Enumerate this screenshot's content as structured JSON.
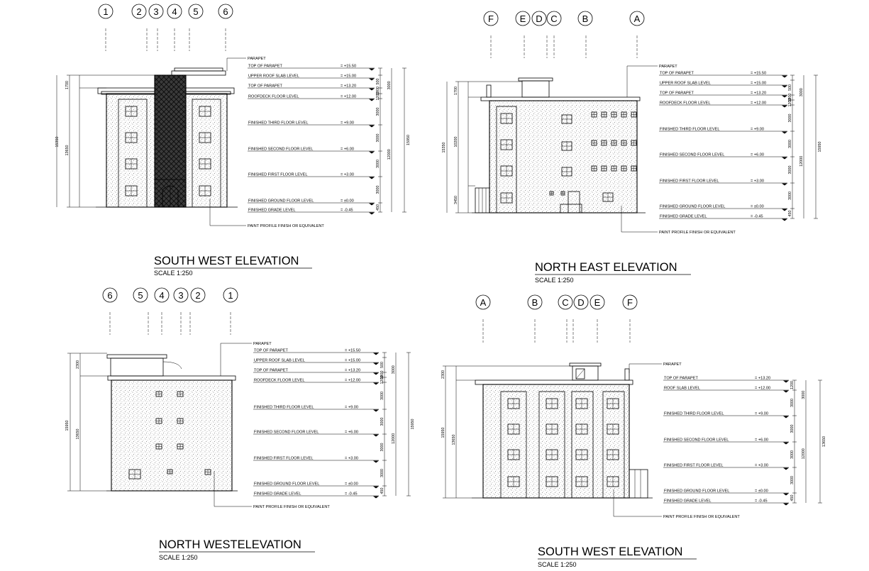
{
  "colors": {
    "line": "#000000",
    "background": "#ffffff",
    "stipple": "#9a9a9a"
  },
  "drawings": [
    {
      "id": "sw1",
      "title": "SOUTH WEST ELEVATION",
      "scale": "SCALE 1:250",
      "grid_labels": [
        "1",
        "2",
        "3",
        "4",
        "5",
        "6"
      ],
      "parapet_label": "PARAPET",
      "levels": [
        {
          "name": "TOP OF PARAPET",
          "value": "= +15.50"
        },
        {
          "name": "UPPER ROOF SLAB LEVEL",
          "value": "= +15.00"
        },
        {
          "name": "TOP OF PARAPET",
          "value": "= +13.20"
        },
        {
          "name": "ROOFDECK FLOOR LEVEL",
          "value": "= +12.00"
        },
        {
          "name": "FINISHED THIRD FLOOR LEVEL",
          "value": "= +9.00"
        },
        {
          "name": "FINISHED SECOND FLOOR LEVEL",
          "value": "= +6.00"
        },
        {
          "name": "FINISHED FIRST FLOOR LEVEL",
          "value": "= +3.00"
        },
        {
          "name": "FINISHED GROUND FLOOR LEVEL",
          "value": "= ±0.00"
        },
        {
          "name": "FINISHED GRADE LEVEL",
          "value": "= -0.45"
        }
      ],
      "paint_label": "PAINT PROFILE FINISH OR EQUIVALENT",
      "dims_left": [
        "1700",
        "13650",
        "15350"
      ],
      "dims_right_inner": [
        "500",
        "1800",
        "1200",
        "3000",
        "3000",
        "3000",
        "3000",
        "450"
      ],
      "dims_right_mid": [
        "3000",
        "12000"
      ],
      "dims_right_outer": [
        "15950"
      ]
    },
    {
      "id": "ne",
      "title": "NORTH EAST ELEVATION",
      "scale": "SCALE 1:250",
      "grid_labels": [
        "F",
        "E",
        "D",
        "C",
        "B",
        "A"
      ],
      "parapet_label": "PARAPET",
      "levels": [
        {
          "name": "TOP OF PARAPET",
          "value": "= +15.50"
        },
        {
          "name": "UPPER ROOF SLAB LEVEL",
          "value": "= +15.00"
        },
        {
          "name": "TOP OF PARAPET",
          "value": "= +13.20"
        },
        {
          "name": "ROOFDECK FLOOR LEVEL",
          "value": "= +12.00"
        },
        {
          "name": "FINISHED THIRD FLOOR LEVEL",
          "value": "= +9.00"
        },
        {
          "name": "FINISHED SECOND FLOOR LEVEL",
          "value": "= +6.00"
        },
        {
          "name": "FINISHED FIRST FLOOR LEVEL",
          "value": "= +3.00"
        },
        {
          "name": "FINISHED GROUND FLOOR LEVEL",
          "value": "= ±0.00"
        },
        {
          "name": "FINISHED GRADE LEVEL",
          "value": "= -0.45"
        }
      ],
      "paint_label": "PAINT PROFILE FINISH OR EQUIVALENT",
      "dims_left": [
        "1700",
        "10200",
        "3450",
        "15350"
      ],
      "dims_right_inner": [
        "500",
        "1800",
        "1200",
        "3000",
        "3000",
        "3000",
        "3000",
        "450"
      ],
      "dims_right_mid": [
        "3000",
        "12000"
      ],
      "dims_right_outer": [
        "15950"
      ]
    },
    {
      "id": "nw",
      "title": "NORTH WESTELEVATION",
      "scale": "SCALE 1:250",
      "grid_labels": [
        "6",
        "5",
        "4",
        "3",
        "2",
        "1"
      ],
      "parapet_label": "PARAPET",
      "levels": [
        {
          "name": "TOP OF PARAPET",
          "value": "= +15.50"
        },
        {
          "name": "UPPER ROOF SLAB LEVEL",
          "value": "= +15.00"
        },
        {
          "name": "TOP OF PARAPET",
          "value": "= +13.20"
        },
        {
          "name": "ROOFDECK FLOOR LEVEL",
          "value": "= +12.00"
        },
        {
          "name": "FINISHED THIRD FLOOR LEVEL",
          "value": "= +9.00"
        },
        {
          "name": "FINISHED SECOND FLOOR LEVEL",
          "value": "= +6.00"
        },
        {
          "name": "FINISHED FIRST FLOOR LEVEL",
          "value": "= +3.00"
        },
        {
          "name": "FINISHED GROUND FLOOR LEVEL",
          "value": "= ±0.00"
        },
        {
          "name": "FINISHED GRADE LEVEL",
          "value": "= -0.45"
        }
      ],
      "paint_label": "PAINT PROFILE FINISH OR EQUIVALENT",
      "dims_left": [
        "2300",
        "13650",
        "15950"
      ],
      "dims_right_inner": [
        "500",
        "1800",
        "1200",
        "3000",
        "3000",
        "3000",
        "3000",
        "450"
      ],
      "dims_right_mid": [
        "3000",
        "12000"
      ],
      "dims_right_outer": [
        "15950"
      ]
    },
    {
      "id": "sw2",
      "title": "SOUTH WEST ELEVATION",
      "scale": "SCALE 1:250",
      "grid_labels": [
        "A",
        "B",
        "C",
        "D",
        "E",
        "F"
      ],
      "parapet_label": "PARAPET",
      "levels": [
        {
          "name": "TOP OF PARAPET",
          "value": "= +13.20"
        },
        {
          "name": "ROOF SLAB LEVEL",
          "value": "= +12.00"
        },
        {
          "name": "FINISHED THIRD FLOOR LEVEL",
          "value": "= +9.00"
        },
        {
          "name": "FINISHED SECOND FLOOR LEVEL",
          "value": "= +6.00"
        },
        {
          "name": "FINISHED FIRST FLOOR LEVEL",
          "value": "= +3.00"
        },
        {
          "name": "FINISHED GROUND FLOOR LEVEL",
          "value": "= ±0.00"
        },
        {
          "name": "FINISHED GRADE LEVEL",
          "value": "= -0.45"
        }
      ],
      "paint_label": "PAINT PROFILE FINISH OR EQUIVALENT",
      "dims_left": [
        "2300",
        "13650",
        "15950"
      ],
      "dims_right_inner": [
        "1200",
        "3000",
        "3000",
        "3000",
        "3000",
        "450"
      ],
      "dims_right_mid": [
        "3000",
        "12000"
      ],
      "dims_right_outer": [
        "13650"
      ]
    }
  ]
}
